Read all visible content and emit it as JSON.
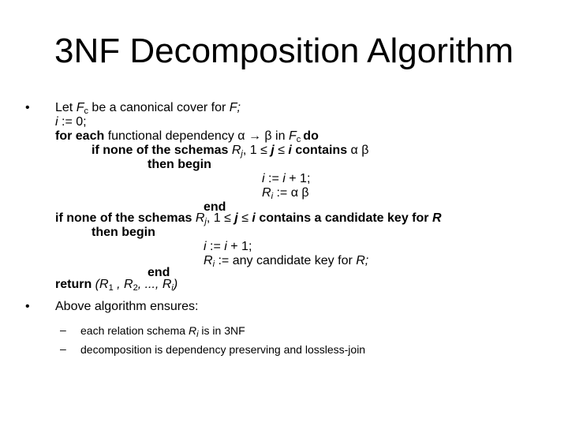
{
  "slide": {
    "title": "3NF Decomposition Algorithm",
    "bullet_symbol": "•",
    "dash_symbol": "–",
    "algorithm": {
      "l1_pre": "Let ",
      "l1_F": "F",
      "l1_c": "c",
      "l1_mid": " be a canonical cover for ",
      "l1_F2": "F;",
      "l2_i": "i",
      "l2_rest": " := 0;",
      "l3_b1": "for each ",
      "l3_t1": " functional dependency ",
      "l3_alpha": "α",
      "l3_arrow": " → ",
      "l3_beta": "β",
      "l3_in": " in ",
      "l3_F": "F",
      "l3_c": "c ",
      "l3_do": "do",
      "l4_a": "if none of the schemas ",
      "l4_R": "R",
      "l4_j": "j",
      "l4_b": ", 1 ",
      "l4_le1": "≤",
      "l4_j2": " j ",
      "l4_le2": "≤",
      "l4_i": " i ",
      "l4_c": "contains ",
      "l4_ab": " α β",
      "l5": "then begin",
      "l6_i": "i",
      "l6_a": " := ",
      "l6_i2": "i",
      "l6_b": " + 1;",
      "l7_R": "R",
      "l7_i": "i",
      "l7_a": " := ",
      "l7_ab": "α β",
      "l8": "end",
      "l9_a": "if none of the schemas ",
      "l9_R": "R",
      "l9_j": "j",
      "l9_b": ", 1 ",
      "l9_le1": "≤",
      "l9_j2": " j ",
      "l9_le2": "≤",
      "l9_i": " i ",
      "l9_c": "contains a candidate key for ",
      "l9_R2": "R",
      "l10": "then begin",
      "l11_i": "i",
      "l11_a": " := ",
      "l11_i2": "i",
      "l11_b": " + 1;",
      "l12_R": "R",
      "l12_i": "i",
      "l12_a": " := any candidate key for ",
      "l12_R2": "R;",
      "l13": "end",
      "l14_a": "return ",
      "l14_b": "(R",
      "l14_1": "1",
      "l14_c": " , R",
      "l14_2": "2",
      "l14_d": ", ..., R",
      "l14_i": "i",
      "l14_e": ")"
    },
    "bullet2": "Above algorithm ensures:",
    "sub1_a": "each relation schema ",
    "sub1_R": "R",
    "sub1_i": "i",
    "sub1_b": " is in 3NF",
    "sub2": "decomposition is dependency preserving and lossless-join"
  }
}
